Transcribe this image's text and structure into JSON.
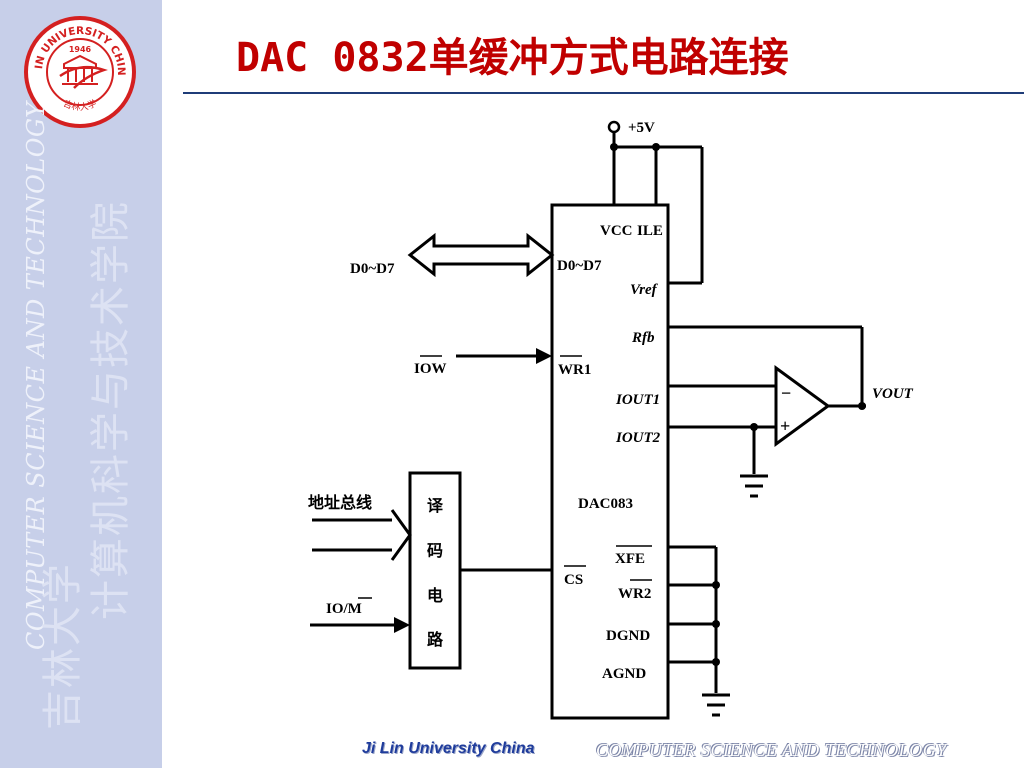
{
  "slide": {
    "title": "DAC 0832单缓冲方式电路连接",
    "sidebar_text_en": "COMPUTER SCIENCE AND TECHNOLOGY",
    "sidebar_text_cn_line1": "计算机科学与技术学院",
    "sidebar_text_cn_line2": "吉林大学",
    "footer_left": "Ji Lin University China",
    "footer_right": "COMPUTER SCIENCE AND TECHNOLOGY"
  },
  "logo": {
    "ring_text": "JILIN UNIVERSITY CHINA",
    "year": "1946",
    "bottom_text": "吉林大学",
    "color": "#d42020"
  },
  "diagram": {
    "supply": "+5V",
    "external_bus": "D0~D7",
    "iow": "IOW",
    "address_bus": "地址总线",
    "io_m": "IO/M",
    "decoder_chars": [
      "译",
      "码",
      "电",
      "路"
    ],
    "chip_name": "DAC083",
    "opamp_minus": "−",
    "opamp_plus": "+",
    "output": "VOUT",
    "pins": {
      "vcc": "VCC",
      "ile": "ILE",
      "data": "D0~D7",
      "vref": "Vref",
      "rfb": "Rfb",
      "wr1": "WR1",
      "iout1": "IOUT1",
      "iout2": "IOUT2",
      "cs": "CS",
      "xfe": "XFE",
      "wr2": "WR2",
      "dgnd": "DGND",
      "agnd": "AGND"
    }
  },
  "colors": {
    "sidebar": "#c7cfe9",
    "title": "#c00000",
    "rule": "#1f3c78",
    "footer_left": "#1f3c9c"
  }
}
